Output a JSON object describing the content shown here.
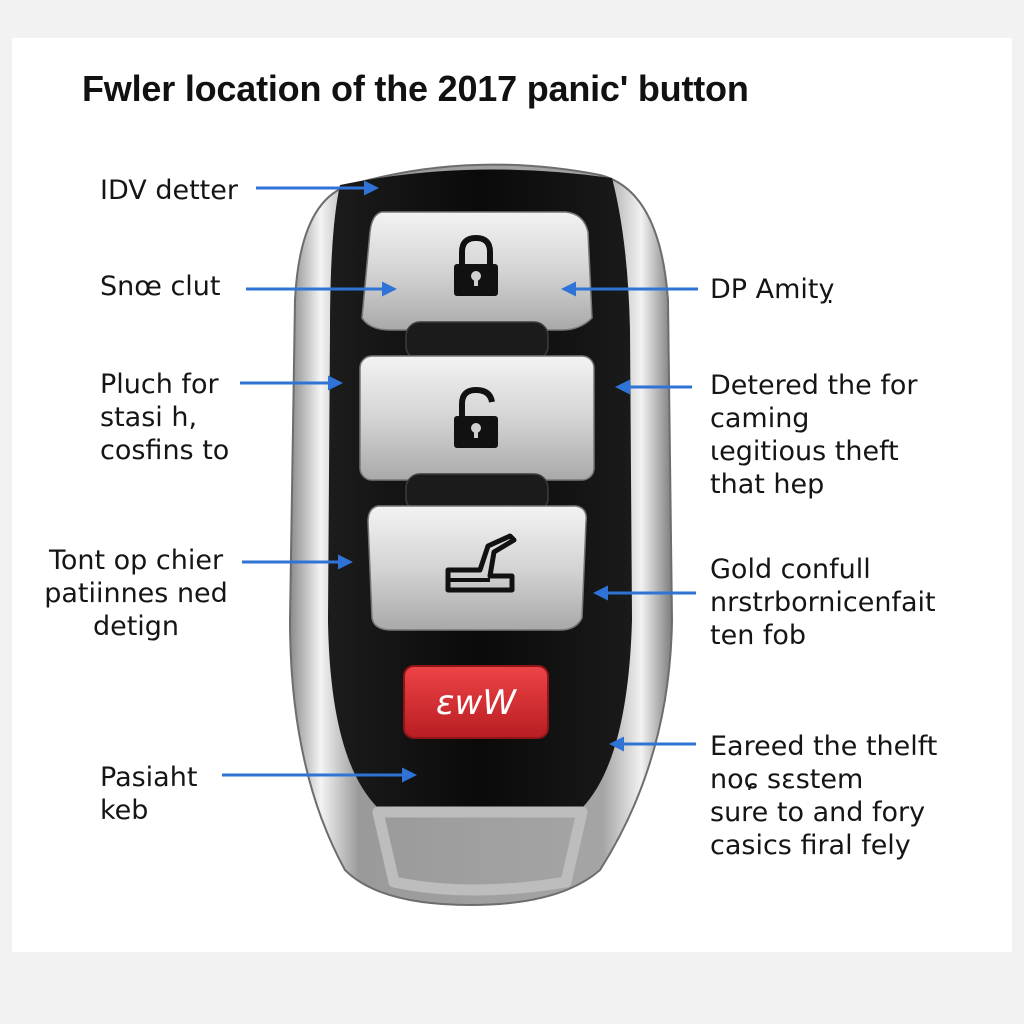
{
  "title": "Fwler location of the 2017 panic' button",
  "fob": {
    "buttons": [
      {
        "name": "lock",
        "icon": "lock-icon"
      },
      {
        "name": "unlock",
        "icon": "unlock-icon"
      },
      {
        "name": "trunk",
        "icon": "trunk-icon"
      }
    ],
    "panic_label": "ɛwW",
    "colors": {
      "body": "#0d0d0d",
      "chrome": "#c9c9c9",
      "button_face": "#d6d6d6",
      "panic": "#d8282c",
      "arrow": "#2f73d6"
    }
  },
  "callouts": {
    "left": [
      {
        "text": "IDV detter"
      },
      {
        "text": "Snœ clut"
      },
      {
        "text": "Pluch for\nstasi h,\ncosfins to"
      },
      {
        "text": "Tont op chier\npatiinnes ned\ndetign"
      },
      {
        "text": "Pasiaht\nkeb"
      }
    ],
    "right": [
      {
        "text": "DP Amitỵ"
      },
      {
        "text": "Detered the for\ncaming\nɩegitious theft\nthat hep"
      },
      {
        "text": "Gold confull\nnrstrbornicenfait\nten fob"
      },
      {
        "text": "Eareed the thelft\nnoɕ sɛstem\nsure to and fory\ncasics firal fely"
      }
    ]
  }
}
